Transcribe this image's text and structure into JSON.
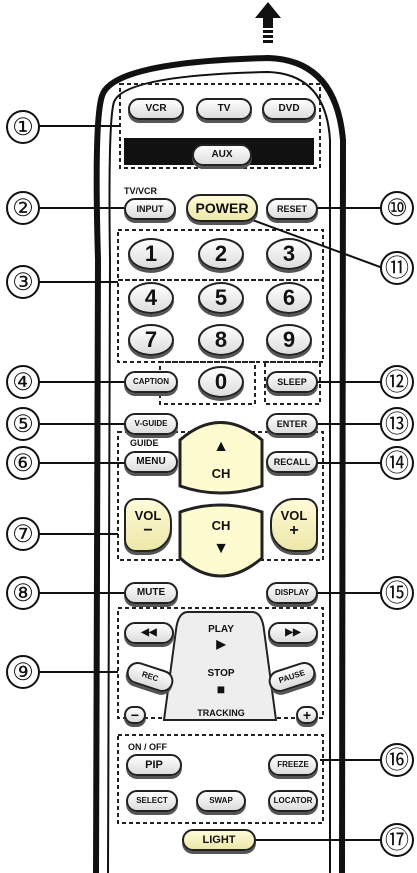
{
  "callouts": [
    "①",
    "②",
    "③",
    "④",
    "⑤",
    "⑥",
    "⑦",
    "⑧",
    "⑨",
    "⑩",
    "⑪",
    "⑫",
    "⑬",
    "⑭",
    "⑮",
    "⑯",
    "⑰"
  ],
  "mode_buttons": {
    "vcr": "VCR",
    "tv": "TV",
    "dvd": "DVD",
    "aux": "AUX"
  },
  "input": {
    "caption": "TV/VCR",
    "label": "INPUT"
  },
  "power": "POWER",
  "reset": "RESET",
  "digits": [
    "1",
    "2",
    "3",
    "4",
    "5",
    "6",
    "7",
    "8",
    "9",
    "0"
  ],
  "caption_btn": "CAPTION",
  "sleep": "SLEEP",
  "vguide": "V-GUIDE",
  "enter": "ENTER",
  "menu": {
    "caption": "GUIDE",
    "label": "MENU"
  },
  "recall": "RECALL",
  "ch": {
    "up_label": "CH",
    "down_label": "CH",
    "up_arrow": "▲",
    "down_arrow": "▼"
  },
  "vol": {
    "left_label": "VOL",
    "left_sign": "−",
    "right_label": "VOL",
    "right_sign": "+"
  },
  "mute": "MUTE",
  "display": "DISPLAY",
  "transport": {
    "rew": "◀◀",
    "ff": "▶▶",
    "play": "PLAY",
    "play_icon": "▶",
    "stop": "STOP",
    "stop_icon": "■",
    "rec": "REC",
    "pause": "PAUSE",
    "tracking": "TRACKING",
    "minus": "−",
    "plus": "+"
  },
  "pip": {
    "caption": "ON / OFF",
    "pip": "PIP",
    "freeze": "FREEZE",
    "select": "SELECT",
    "swap": "SWAP",
    "locator": "LOCATOR"
  },
  "light": "LIGHT"
}
